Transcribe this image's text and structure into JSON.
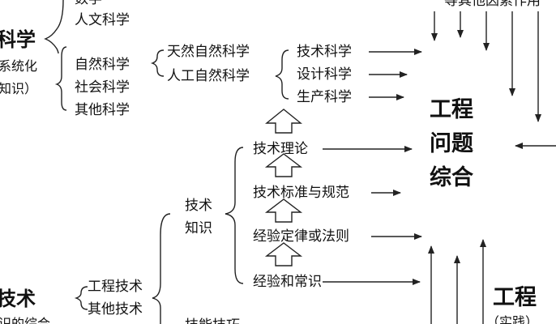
{
  "nodes": {
    "math": "数学",
    "humanities": "人文科学",
    "science_title": "科学",
    "science_sub1": "系统化",
    "science_sub2": "知识）",
    "natural_science": "自然科学",
    "social_science": "社会科学",
    "other_science": "其他科学",
    "natural_natural_science": "天然自然科学",
    "artificial_natural_science": "人工自然科学",
    "tech_science": "技术科学",
    "design_science": "设计科学",
    "production_science": "生产科学",
    "other_factors": "等其他因素作用",
    "eng_problem_1": "工程",
    "eng_problem_2": "问题",
    "eng_problem_3": "综合",
    "tech_knowledge_1": "技术",
    "tech_knowledge_2": "知识",
    "tech_theory": "技术理论",
    "tech_standards": "技术标准与规范",
    "empirical_laws": "经验定律或法则",
    "experience_common": "经验和常识",
    "technology_title": "技术",
    "eng_tech": "工程技术",
    "other_tech": "其他技术",
    "knowledge_synthesis": "识的综合",
    "skills": "技能技巧",
    "engineering_title": "工程",
    "practice": "（实践）"
  }
}
